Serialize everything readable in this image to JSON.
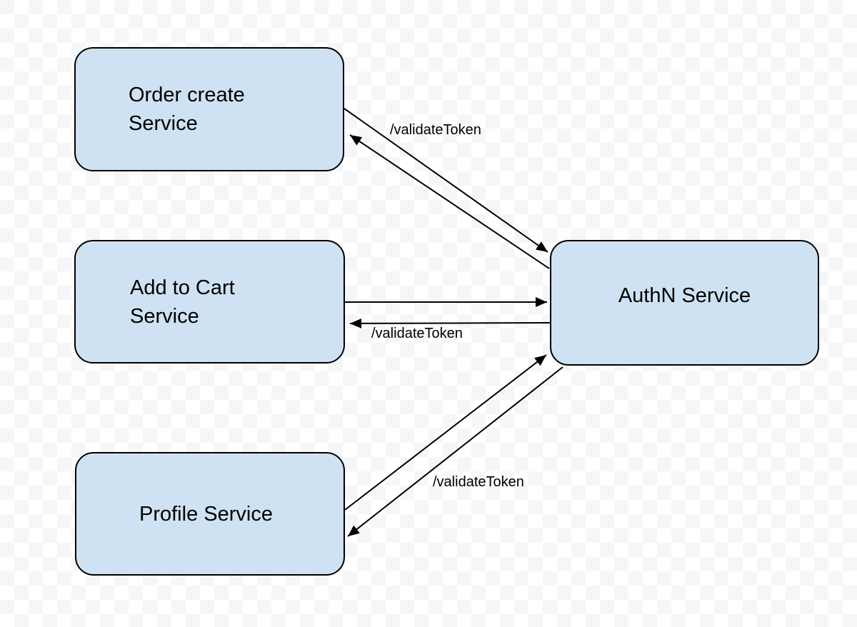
{
  "colors": {
    "node_fill": "#cfe2f3",
    "node_border": "#000000",
    "arrow": "#000000",
    "text": "#000000",
    "checker_light": "#ffffff",
    "checker_dark": "#f5f6f7"
  },
  "diagram": {
    "nodes": [
      {
        "id": "order-create-service",
        "label": "Order create Service",
        "lines": [
          "Order create",
          "Service"
        ]
      },
      {
        "id": "add-to-cart-service",
        "label": "Add to Cart Service",
        "lines": [
          "Add to Cart",
          "Service"
        ]
      },
      {
        "id": "profile-service",
        "label": "Profile Service",
        "lines": [
          "Profile Service"
        ]
      },
      {
        "id": "authn-service",
        "label": "AuthN Service",
        "lines": [
          "AuthN Service"
        ]
      }
    ],
    "edges": [
      {
        "id": "order-create-to-authn",
        "from": "order-create-service",
        "to": "authn-service",
        "label": ""
      },
      {
        "id": "authn-to-order-create",
        "from": "authn-service",
        "to": "order-create-service",
        "label": "/validateToken"
      },
      {
        "id": "add-to-cart-to-authn",
        "from": "add-to-cart-service",
        "to": "authn-service",
        "label": ""
      },
      {
        "id": "authn-to-add-to-cart",
        "from": "authn-service",
        "to": "add-to-cart-service",
        "label": "/validateToken"
      },
      {
        "id": "profile-to-authn",
        "from": "profile-service",
        "to": "authn-service",
        "label": ""
      },
      {
        "id": "authn-to-profile",
        "from": "authn-service",
        "to": "profile-service",
        "label": "/validateToken"
      }
    ]
  }
}
